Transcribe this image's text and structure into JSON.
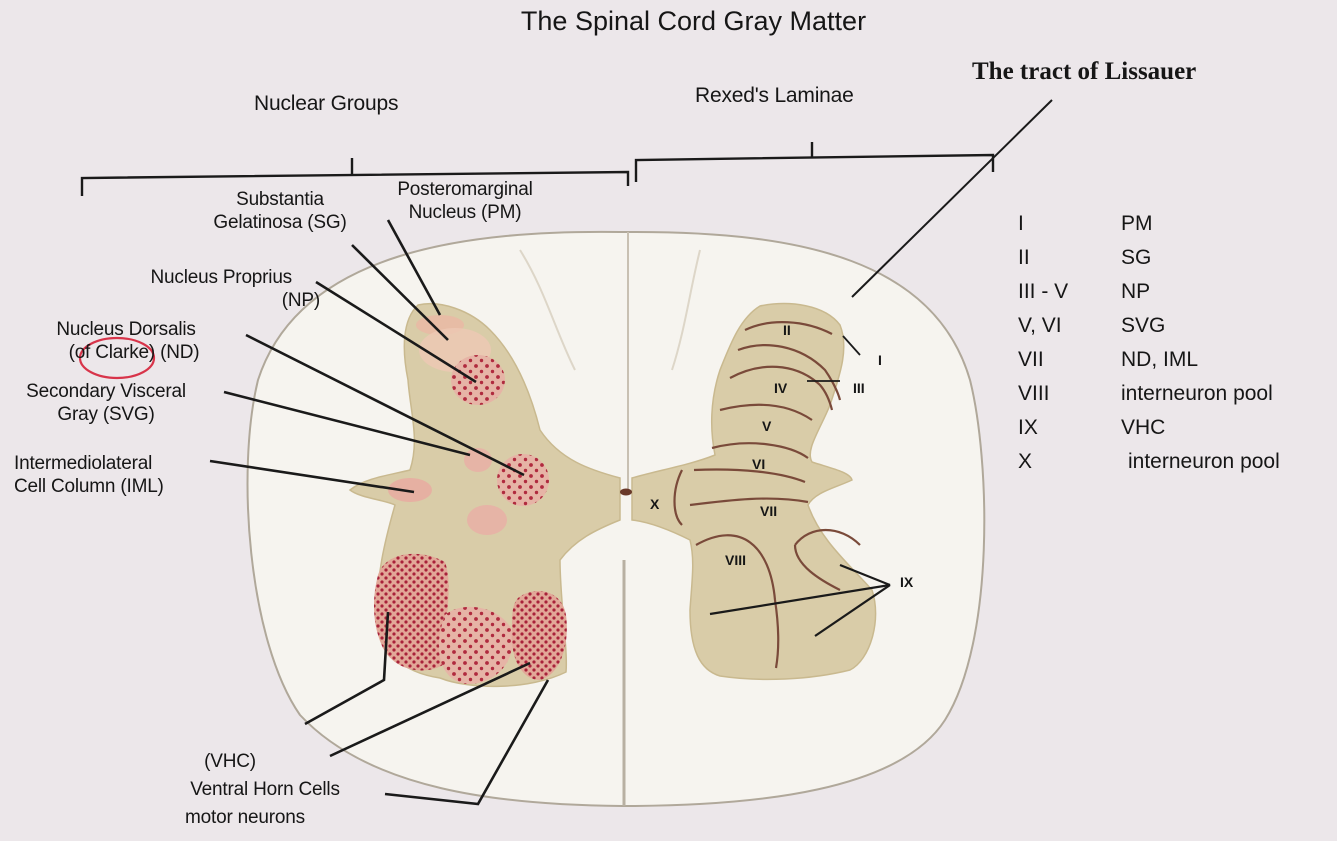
{
  "title": "The Spinal Cord Gray Matter",
  "headers": {
    "nuclear_groups": "Nuclear Groups",
    "rexeds_laminae": "Rexed's Laminae"
  },
  "tract_of_lissauer": "The tract of Lissauer",
  "left_labels": {
    "sg": [
      "Substantia",
      "Gelatinosa (SG)"
    ],
    "pm": [
      "Posteromarginal",
      "Nucleus (PM)"
    ],
    "np": [
      "Nucleus Proprius",
      "(NP)"
    ],
    "nd": [
      "Nucleus Dorsalis",
      "(of Clarke) (ND)"
    ],
    "svg": [
      "Secondary Visceral",
      "Gray (SVG)"
    ],
    "iml": [
      "Intermediolateral",
      "Cell Column (IML)"
    ],
    "vhc": [
      "(VHC)",
      "Ventral Horn Cells",
      "motor neurons"
    ]
  },
  "laminae_labels": [
    "I",
    "II",
    "III",
    "IV",
    "V",
    "VI",
    "VII",
    "VIII",
    "IX",
    "X"
  ],
  "legend": [
    {
      "lamina": "I",
      "nucleus": "PM"
    },
    {
      "lamina": "II",
      "nucleus": "SG"
    },
    {
      "lamina": "III - V",
      "nucleus": "NP"
    },
    {
      "lamina": "V, VI",
      "nucleus": "SVG"
    },
    {
      "lamina": "VII",
      "nucleus": "ND, IML"
    },
    {
      "lamina": "VIII",
      "nucleus": "interneuron pool"
    },
    {
      "lamina": "IX",
      "nucleus": "VHC"
    },
    {
      "lamina": "X",
      "nucleus": "interneuron pool"
    }
  ],
  "colors": {
    "background": "#ece7ea",
    "white_matter": "#f6f4ef",
    "gray_matter": "#d9cca8",
    "nucleus_fill": "#e8b8a8",
    "nucleus_dots": "#b02a3e",
    "outline": "#7a4a3a",
    "annotation_circle": "#d8344a"
  }
}
